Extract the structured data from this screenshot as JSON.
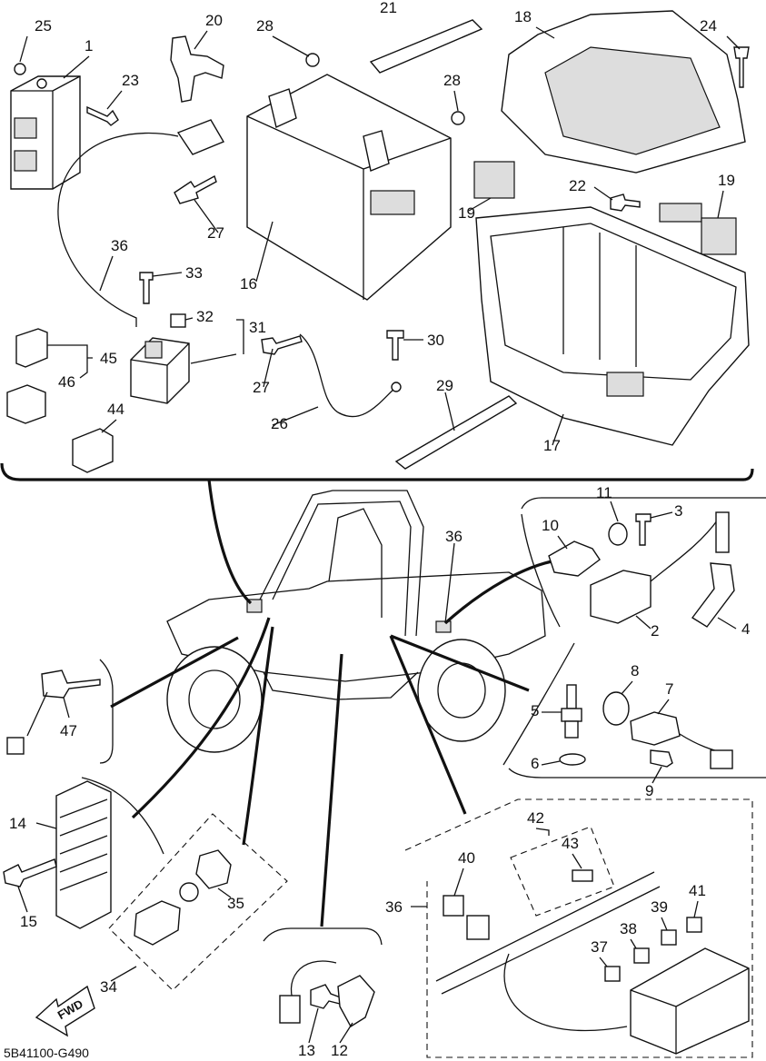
{
  "diagram": {
    "part_reference": "5B41100-G490",
    "direction_label": "FWD",
    "callouts": [
      {
        "id": "c1",
        "label": "1"
      },
      {
        "id": "c2",
        "label": "2"
      },
      {
        "id": "c3",
        "label": "3"
      },
      {
        "id": "c4",
        "label": "4"
      },
      {
        "id": "c5",
        "label": "5"
      },
      {
        "id": "c6",
        "label": "6"
      },
      {
        "id": "c7",
        "label": "7"
      },
      {
        "id": "c8",
        "label": "8"
      },
      {
        "id": "c9",
        "label": "9"
      },
      {
        "id": "c10",
        "label": "10"
      },
      {
        "id": "c11",
        "label": "11"
      },
      {
        "id": "c12",
        "label": "12"
      },
      {
        "id": "c13",
        "label": "13"
      },
      {
        "id": "c14",
        "label": "14"
      },
      {
        "id": "c15",
        "label": "15"
      },
      {
        "id": "c16",
        "label": "16"
      },
      {
        "id": "c17",
        "label": "17"
      },
      {
        "id": "c18",
        "label": "18"
      },
      {
        "id": "c19a",
        "label": "19"
      },
      {
        "id": "c19b",
        "label": "19"
      },
      {
        "id": "c20",
        "label": "20"
      },
      {
        "id": "c21",
        "label": "21"
      },
      {
        "id": "c22",
        "label": "22"
      },
      {
        "id": "c23",
        "label": "23"
      },
      {
        "id": "c24",
        "label": "24"
      },
      {
        "id": "c25",
        "label": "25"
      },
      {
        "id": "c26",
        "label": "26"
      },
      {
        "id": "c27a",
        "label": "27"
      },
      {
        "id": "c27b",
        "label": "27"
      },
      {
        "id": "c28a",
        "label": "28"
      },
      {
        "id": "c28b",
        "label": "28"
      },
      {
        "id": "c29",
        "label": "29"
      },
      {
        "id": "c30",
        "label": "30"
      },
      {
        "id": "c31",
        "label": "31"
      },
      {
        "id": "c32",
        "label": "32"
      },
      {
        "id": "c33",
        "label": "33"
      },
      {
        "id": "c34",
        "label": "34"
      },
      {
        "id": "c35",
        "label": "35"
      },
      {
        "id": "c36a",
        "label": "36"
      },
      {
        "id": "c36b",
        "label": "36"
      },
      {
        "id": "c36c",
        "label": "36"
      },
      {
        "id": "c37",
        "label": "37"
      },
      {
        "id": "c38",
        "label": "38"
      },
      {
        "id": "c39",
        "label": "39"
      },
      {
        "id": "c40",
        "label": "40"
      },
      {
        "id": "c41",
        "label": "41"
      },
      {
        "id": "c42",
        "label": "42"
      },
      {
        "id": "c43",
        "label": "43"
      },
      {
        "id": "c44",
        "label": "44"
      },
      {
        "id": "c45",
        "label": "45"
      },
      {
        "id": "c46",
        "label": "46"
      },
      {
        "id": "c47",
        "label": "47"
      }
    ]
  }
}
